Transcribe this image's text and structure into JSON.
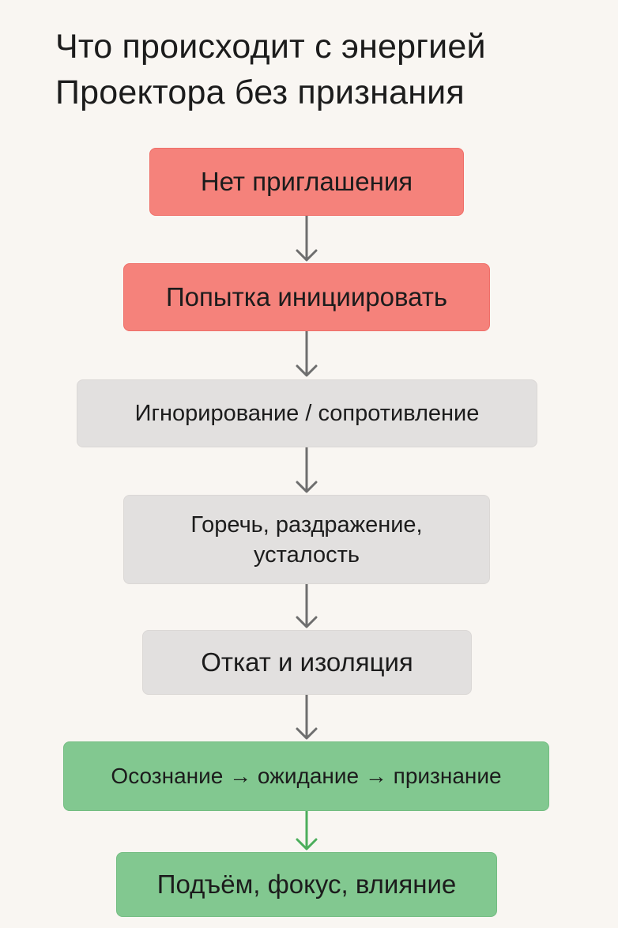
{
  "title": {
    "line1": "Что происходит с энергией",
    "line2": "Проектора без признания"
  },
  "colors": {
    "background": "#f9f6f2",
    "red": "#f5827b",
    "gray": "#e2e0df",
    "green": "#82c890",
    "arrow": "#6e6e6e",
    "arrow_green": "#4cae5c"
  },
  "steps": [
    {
      "label": "Нет приглашения",
      "color": "red"
    },
    {
      "label": "Попытка инициировать",
      "color": "red"
    },
    {
      "label": "Игнорирование / сопротивление",
      "color": "gray"
    },
    {
      "label": "Горечь, раздражение, усталость",
      "color": "gray"
    },
    {
      "label": "Откат и изоляция",
      "color": "gray"
    },
    {
      "label": "Осознание → ожидание → признание",
      "color": "green"
    },
    {
      "label": "Подъём, фокус, влияние",
      "color": "green"
    }
  ]
}
